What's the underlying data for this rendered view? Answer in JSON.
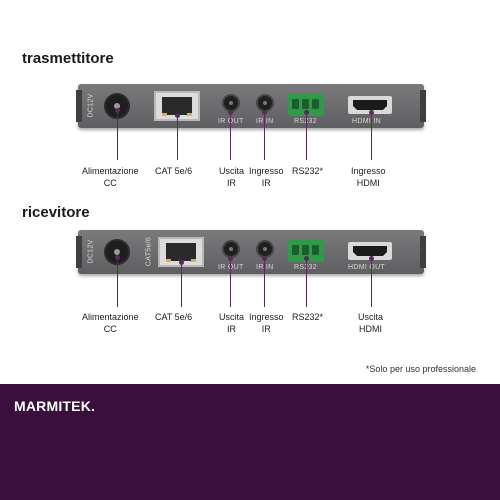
{
  "transmitter": {
    "title": "trasmettitore",
    "port_labels": {
      "dc": "DC12V",
      "ir_out": "IR OUT",
      "ir_in": "IR IN",
      "rs232": "RS232",
      "hdmi": "HDMI IN"
    },
    "labels": {
      "power": [
        "Alimentazione",
        "CC"
      ],
      "cat": "CAT 5e/6",
      "ir_out": [
        "Uscita",
        "IR"
      ],
      "ir_in": [
        "Ingresso",
        "IR"
      ],
      "rs232": "RS232*",
      "hdmi": [
        "Ingresso",
        "HDMI"
      ]
    }
  },
  "receiver": {
    "title": "ricevitore",
    "port_labels": {
      "dc": "DC12V",
      "cat": "CAT5e/6",
      "ir_out": "IR OUT",
      "ir_in": "IR IN",
      "rs232": "RS232",
      "hdmi": "HDMI OUT"
    },
    "labels": {
      "power": [
        "Alimentazione",
        "CC"
      ],
      "cat": "CAT 5e/6",
      "ir_out": [
        "Uscita",
        "IR"
      ],
      "ir_in": [
        "Ingresso",
        "IR"
      ],
      "rs232": "RS232*",
      "hdmi": [
        "Uscita",
        "HDMI"
      ]
    }
  },
  "note": "*Solo per uso professionale",
  "brand": {
    "name": "MARMITEK",
    "dot": "."
  },
  "colors": {
    "footer": "#3a0f3d",
    "callout": "#5a2a5e",
    "device": "#6b6b6d",
    "terminal": "#2f9a48"
  }
}
